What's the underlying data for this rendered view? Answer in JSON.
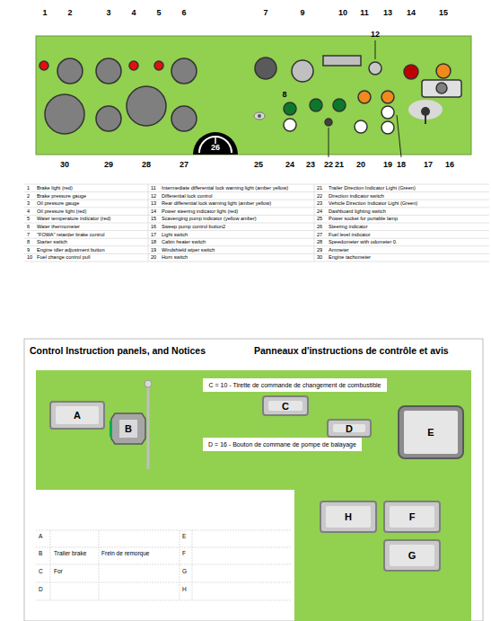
{
  "diagram": {
    "title": "Control Instruction panels, and Notices",
    "nodes": [
      {
        "text": [
          "C = 10 - Tirette de commande de changement de combustible"
        ]
      },
      {
        "text": [
          "A"
        ]
      },
      {
        "text": [
          "C"
        ]
      },
      {
        "text": [
          "E"
        ]
      },
      {
        "text": [
          "B"
        ]
      },
      {
        "text": [
          "D"
        ]
      },
      {
        "text": [
          "D = 16 - Bouton de commane de pompe de balayage"
        ]
      },
      {
        "text": [
          "H"
        ]
      },
      {
        "text": [
          "F"
        ]
      },
      {
        "text": [
          "G"
        ]
      }
    ],
    "labels": [
      "1",
      "2",
      "3",
      "4",
      "5",
      "6",
      "7",
      "8",
      "9",
      "10",
      "11",
      "12",
      "13",
      "14",
      "15",
      "30",
      "29",
      "28",
      "27",
      "26",
      "25",
      "24",
      "23",
      "22",
      "21",
      "20",
      "19",
      "18",
      "17",
      "16",
      "1",
      "Brake light (red)",
      "11",
      "Intermediate differential lock warning light (amber yellow)",
      "21",
      "Trailer Direction Indicator Light (Green)",
      "2",
      "Brake pressure gauge",
      "12",
      "Differential lock control",
      "22",
      "Direction indicator switch",
      "3",
      "Oil pressure gauge",
      "13",
      "Rear differential lock warning light (amber yellow)",
      "23",
      "Vehicle Direction Indicator Light (Green)",
      "4",
      "Oil pressure light (red)",
      "14",
      "Power steering indicator light (red)",
      "24",
      "Dashboard lighting switch",
      "5",
      "Water temperature indicator (red)",
      "15",
      "Scavenging pump indicator (yellow amber)",
      "25",
      "Power socket for portable lamp",
      "6",
      "Water thermometer",
      "16",
      "Sweep pump control button2",
      "26",
      "Steering indicator",
      "7",
      "\"FOWA\" retarder brake control",
      "17",
      "Light switch",
      "27",
      "Fuel level indicator",
      "8",
      "Starter switch",
      "18",
      "Cabin heater switch",
      "28",
      "Speedometer with odometer 0.",
      "9",
      "Engine idler  adjustment button",
      "19",
      "Windshield wiper switch",
      "29",
      "Ammeter",
      "10",
      "Fuel change control pull",
      "20",
      "Horn switch",
      "30",
      "Engine tachometer",
      "Panneaux d'instructions de contrôle et avis",
      "A",
      "E",
      "B",
      "Trailer brake",
      "Frein de remorque",
      "F",
      "C",
      "For",
      "G",
      "D",
      "H"
    ]
  }
}
